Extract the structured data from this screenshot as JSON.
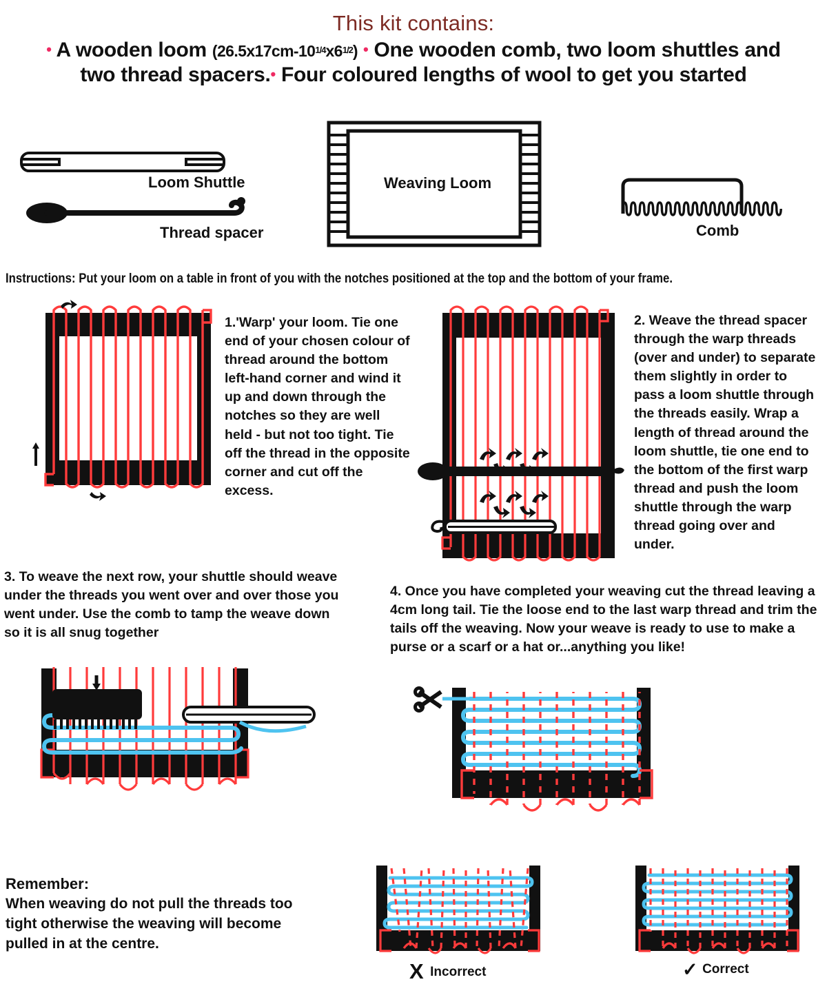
{
  "header": {
    "title": "This kit contains:",
    "line1_pre": "A wooden loom ",
    "line1_dim_open": "(26.5x17cm-10",
    "line1_frac1": "1/4",
    "line1_mid": "x6",
    "line1_frac2": "1/2",
    "line1_dim_close": ")",
    "line1_post": "One wooden comb, two loom shuttles and",
    "line2_pre": "two thread spacers.",
    "line2_post": "Four coloured lengths of wool to get you started"
  },
  "tools": {
    "shuttle_label": "Loom Shuttle",
    "spacer_label": "Thread spacer",
    "loom_label": "Weaving Loom",
    "comb_label": "Comb"
  },
  "instructions": {
    "lead": "Instructions:",
    "text": "Put your loom on a table in front of you with the notches positioned at the top and the bottom of your frame."
  },
  "steps": [
    {
      "id": "step-1",
      "text": "1.'Warp' your loom. Tie one end of your chosen colour of thread around the bottom left-hand corner and wind it up and down through the notches so they are well held - but not too tight. Tie off the thread in the opposite corner and cut off the excess."
    },
    {
      "id": "step-2",
      "text": "2. Weave the thread spacer through the warp threads (over and under) to separate them slightly in order to pass a loom shuttle through the threads easily. Wrap a length of thread around the loom shuttle, tie one end to the bottom of the first warp thread and push the loom shuttle through the warp thread going over and under."
    },
    {
      "id": "step-3",
      "text": "3. To weave the next row, your shuttle should weave under the threads you went over and over those you went under. Use the comb to tamp the weave down so it is all snug together"
    },
    {
      "id": "step-4",
      "text": "4. Once you have completed your weaving cut the thread leaving a 4cm long tail. Tie the loose end to the last warp thread and trim the tails off the weaving. Now your weave is ready to use to make a purse or a scarf or a hat or...anything you like!"
    }
  ],
  "remember": {
    "heading": "Remember:",
    "part1": "When weaving do ",
    "emphasis": "not",
    "part2": " pull the threads too tight otherwise the weaving will become pulled in at the centre."
  },
  "comparison": {
    "incorrect_mark": "X",
    "incorrect_label": "Incorrect",
    "correct_mark": "✓",
    "correct_label": "Correct"
  },
  "colors": {
    "title": "#7d2b24",
    "bullet": "#ef2a63",
    "warp_thread": "#ff3b3b",
    "weft_thread": "#4ec3f0",
    "frame": "#111111",
    "text": "#111111"
  }
}
